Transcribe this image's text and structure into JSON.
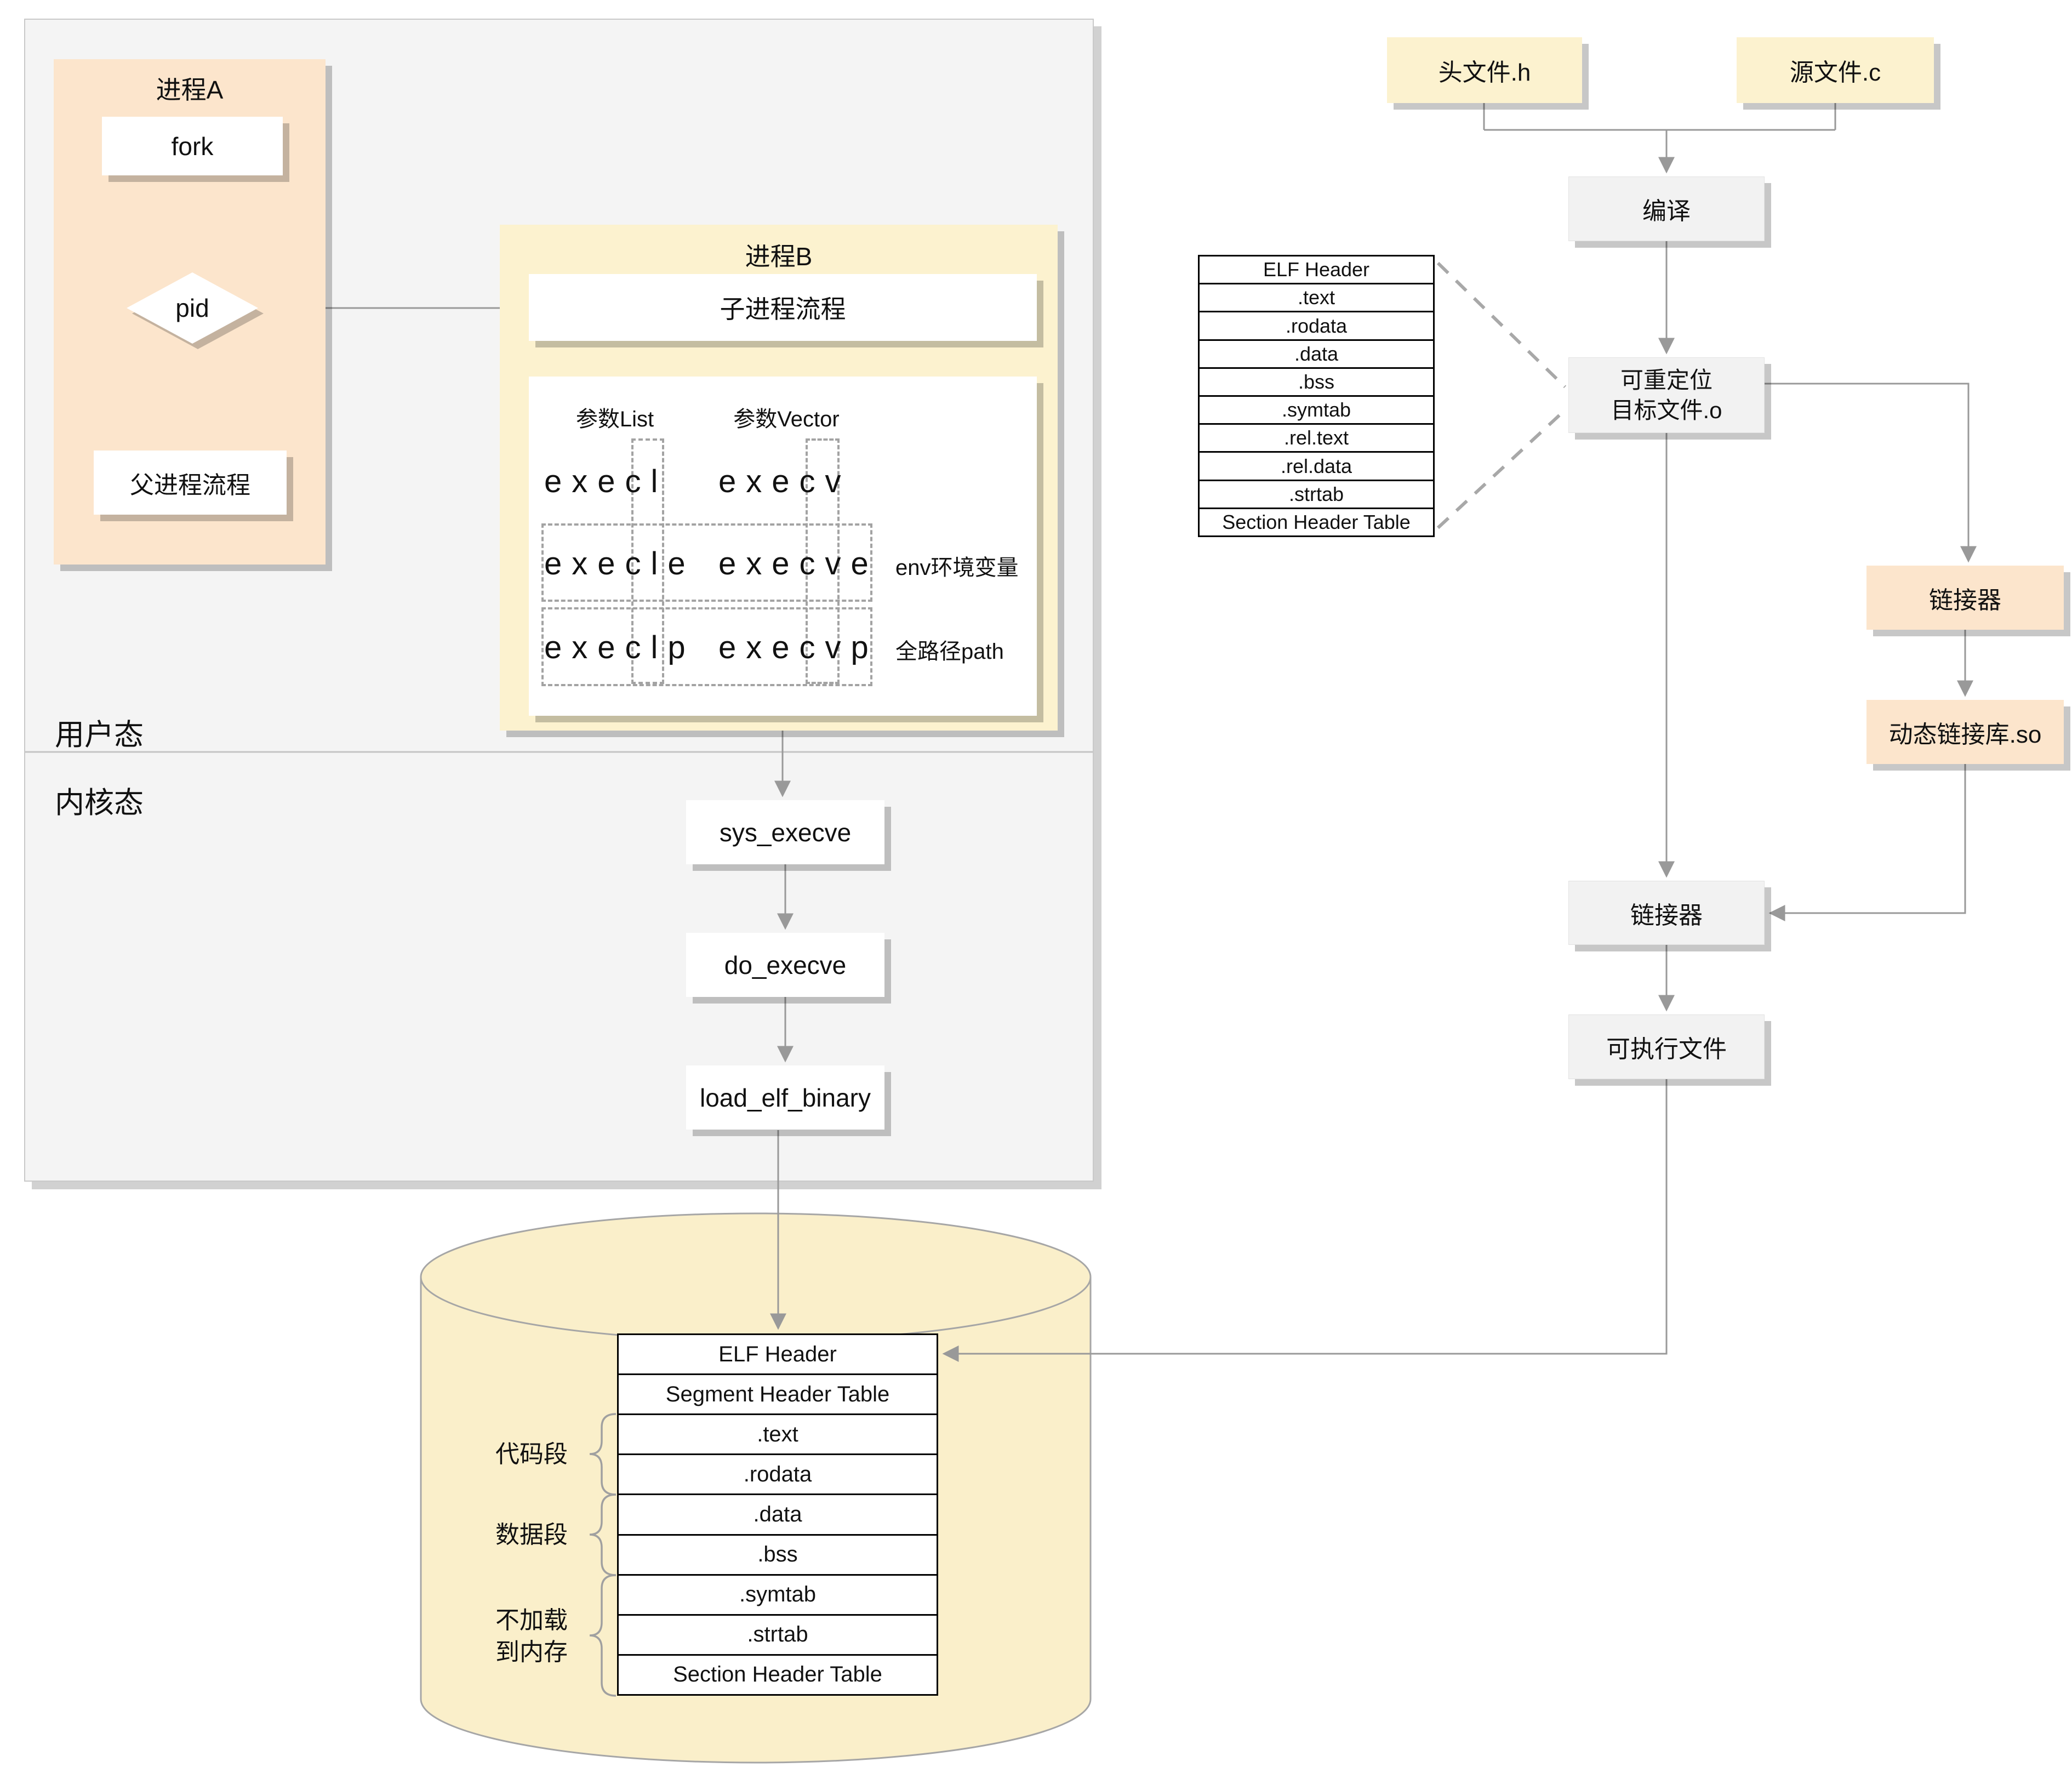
{
  "panel": {
    "user_mode": "用户态",
    "kernel_mode": "内核态"
  },
  "process_a": {
    "title": "进程A",
    "fork_label": "fork",
    "pid_label": "pid",
    "parent_flow_label": "父进程流程"
  },
  "process_b": {
    "title": "进程B",
    "child_flow_label": "子进程流程",
    "param_list_header": "参数List",
    "param_vector_header": "参数Vector",
    "exec_rows": [
      {
        "list_fn": "execl",
        "vector_fn": "execv"
      },
      {
        "list_fn": "execle",
        "vector_fn": "execve",
        "annotation": "env环境变量"
      },
      {
        "list_fn": "execlp",
        "vector_fn": "execvp",
        "annotation": "全路径path"
      }
    ]
  },
  "kernel_flow": {
    "sys_execve": "sys_execve",
    "do_execve": "do_execve",
    "load_elf_binary": "load_elf_binary"
  },
  "build_flow": {
    "header_file": "头文件.h",
    "source_file": "源文件.c",
    "compile": "编译",
    "relocatable_line1": "可重定位",
    "relocatable_line2": "目标文件.o",
    "linker_dynamic": "链接器",
    "dynamic_lib": "动态链接库.so",
    "linker_main": "链接器",
    "executable": "可执行文件"
  },
  "object_file_sections": [
    "ELF Header",
    ".text",
    ".rodata",
    ".data",
    ".bss",
    ".symtab",
    ".rel.text",
    ".rel.data",
    ".strtab",
    "Section Header Table"
  ],
  "executable_layout": {
    "rows": [
      "ELF Header",
      "Segment Header Table",
      ".text",
      ".rodata",
      ".data",
      ".bss",
      ".symtab",
      ".strtab",
      "Section Header Table"
    ],
    "code_segment_label": "代码段",
    "data_segment_label": "数据段",
    "not_loaded_line1": "不加载",
    "not_loaded_line2": "到内存"
  },
  "colors": {
    "peach": "#fce5cc",
    "light_yellow": "#fcf2cf",
    "panel_gray": "#f4f4f4",
    "box_gray": "#f2f2f2",
    "cylinder_fill": "#faefca",
    "connector_gray": "#999999",
    "table_border": "#000000"
  }
}
